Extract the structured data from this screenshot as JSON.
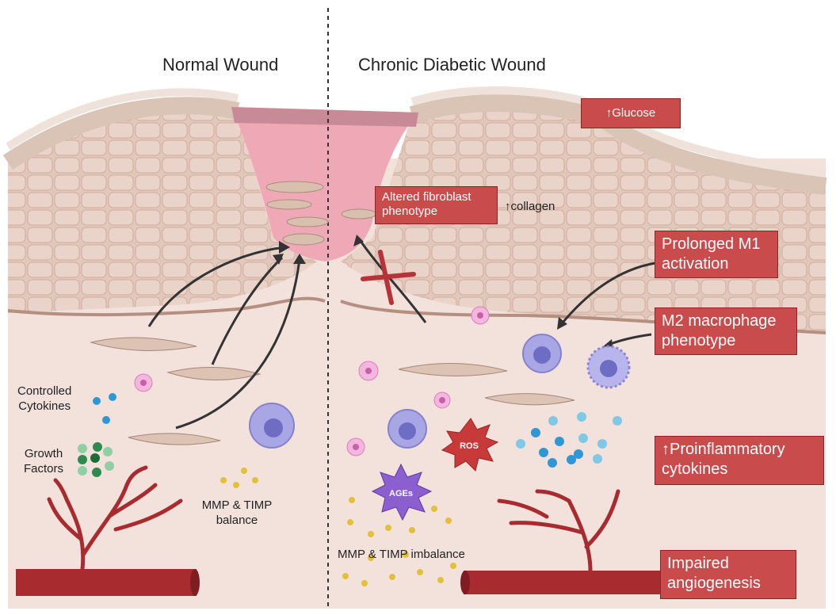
{
  "headings": {
    "normal": "Normal Wound",
    "chronic": "Chronic Diabetic Wound"
  },
  "left_labels": {
    "cytokines": "Controlled\nCytokines",
    "growth": "Growth\nFactors",
    "mmp": "MMP & TIMP\nbalance"
  },
  "right_labels": {
    "collagen": "↑collagen",
    "mmp": "MMP & TIMP imbalance",
    "ros": "ROS",
    "ages": "AGEs"
  },
  "boxes": {
    "glucose": "↑Glucose",
    "fibroblast": "Altered fibroblast\nphenotype",
    "m1": "Prolonged M1\nactivation",
    "m2": "M2 macrophage\nphenotype",
    "proinflammatory": "↑Proinflammatory\n  cytokines",
    "angiogenesis": "Impaired\nangiogenesis"
  },
  "colors": {
    "skin_bg": "#f3e1dc",
    "epidermis": "#e3cbc1",
    "wound": "#efa9b6",
    "label_box": "#c94b4b",
    "vessel": "#a82b30",
    "macrophage": "#a9a6e6",
    "cytokine_blue": "#2f97d6",
    "growth_green": "#2e8b4e",
    "mmp_yellow": "#e3c03a"
  }
}
